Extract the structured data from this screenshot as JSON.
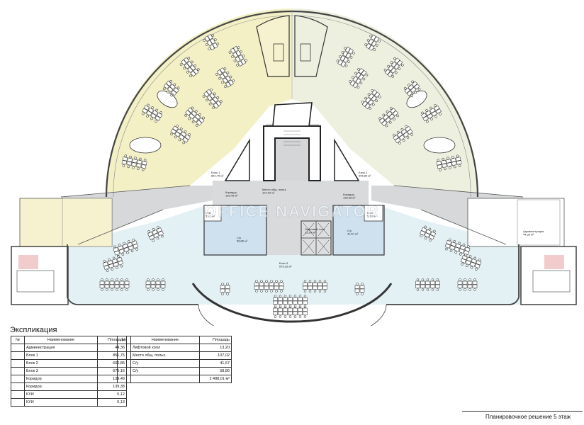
{
  "plan": {
    "watermark": "OFFICE NAVIGATOR",
    "room_labels": [
      {
        "id": "block1",
        "text": "Блок 1\n851,75 м²"
      },
      {
        "id": "block2",
        "text": "Блок 2\n606,85 м²"
      },
      {
        "id": "block3",
        "text": "Блок 3\n675,16 м²"
      },
      {
        "id": "corridor1",
        "text": "Коридор\n139,49 м²"
      },
      {
        "id": "corridor2",
        "text": "Коридор\n139,38 м²"
      },
      {
        "id": "common",
        "text": "Место общ. польз.\n107,02 м²"
      },
      {
        "id": "lift",
        "text": "Лифтовой холл\n13,20 м²"
      },
      {
        "id": "su1",
        "text": "С/у\n58,86 м²"
      },
      {
        "id": "su2",
        "text": "С/у\n41,67 м²"
      },
      {
        "id": "kui1",
        "text": "КУИ\n5,12 м²"
      },
      {
        "id": "kui2",
        "text": "КУИ\n5,13 м²"
      },
      {
        "id": "admin",
        "text": "Администрация\n44,36 м²"
      }
    ]
  },
  "explication": {
    "title": "Экспликация",
    "headers": {
      "no": "№",
      "name": "Наименование",
      "area": "Площадь"
    },
    "left_rows": [
      {
        "name": "Администрация",
        "area": "44,36"
      },
      {
        "name": "Блок 1",
        "area": "851,75"
      },
      {
        "name": "Блок 2",
        "area": "606,85"
      },
      {
        "name": "Блок 3",
        "area": "675,16"
      },
      {
        "name": "Коридор",
        "area": "139,49"
      },
      {
        "name": "Коридор",
        "area": "139,38"
      },
      {
        "name": "КУИ",
        "area": "5,12"
      },
      {
        "name": "КУИ",
        "area": "5,13"
      }
    ],
    "right_rows": [
      {
        "name": "Лифтовой холл",
        "area": "13,20"
      },
      {
        "name": "Место общ. польз.",
        "area": "107,02"
      },
      {
        "name": "С/у",
        "area": "41,67"
      },
      {
        "name": "С/у",
        "area": "58,86"
      },
      {
        "name": "",
        "area": "2 488,01 м²"
      }
    ]
  },
  "footer": "Планировочное решение 5 этаж"
}
